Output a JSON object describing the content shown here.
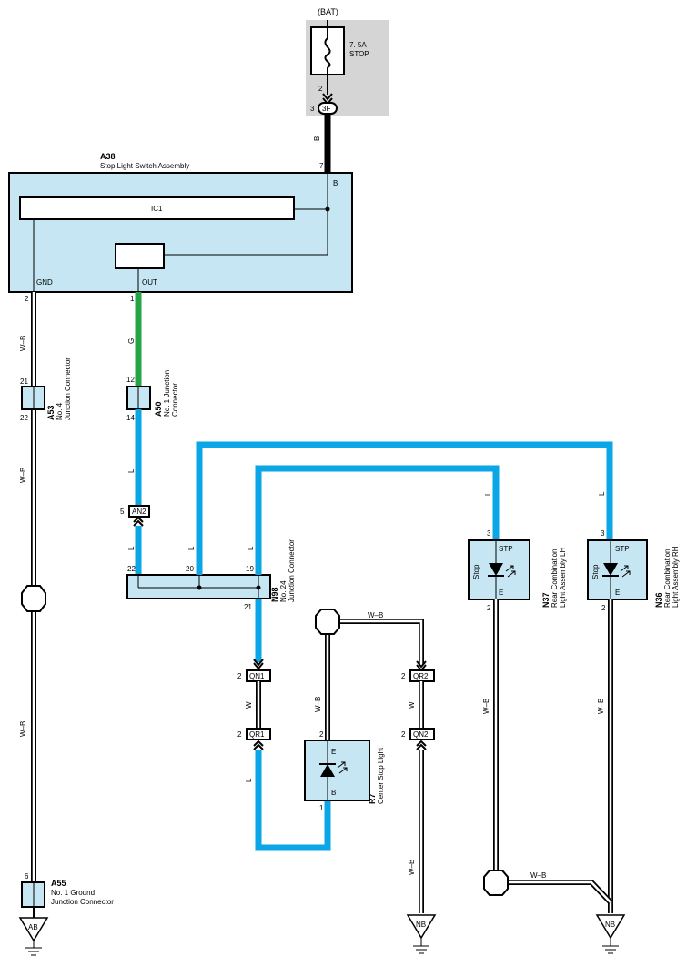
{
  "fuse": {
    "source": "(BAT)",
    "rating": "7. 5A",
    "name": "STOP",
    "pin_bottom": "2",
    "pin_left": "3",
    "connector": "3F"
  },
  "wires": {
    "b": "B",
    "g": "G",
    "l": "L",
    "wb": "W–B",
    "w": "W"
  },
  "a38": {
    "code": "A38",
    "name": "Stop Light Switch Assembly",
    "pin_b_num": "7",
    "pin_b": "B",
    "ic": "IC1",
    "gnd": "GND",
    "out": "OUT",
    "pin_gnd": "2",
    "pin_out": "1"
  },
  "a53": {
    "code": "A53",
    "line1": "No. 4",
    "line2": "Junction Connector",
    "pin_top": "21",
    "pin_bottom": "22"
  },
  "a50": {
    "code": "A50",
    "line1": "No. 1 Junction",
    "line2": "Connector",
    "pin_top": "12",
    "pin_bottom": "14"
  },
  "an2": {
    "label": "AN2",
    "pin": "5"
  },
  "n98": {
    "code": "N98",
    "line1": "No. 24",
    "line2": "Junction Connector",
    "pin_22": "22",
    "pin_20": "20",
    "pin_19": "19",
    "pin_21": "21"
  },
  "qn1": {
    "label": "QN1",
    "pin": "2"
  },
  "qr1": {
    "label": "QR1",
    "pin": "2"
  },
  "qr2": {
    "label": "QR2",
    "pin": "2"
  },
  "qn2": {
    "label": "QN2",
    "pin": "2"
  },
  "r7": {
    "code": "R7",
    "name": "Center Stop Light",
    "e": "E",
    "b": "B",
    "pin_top": "2",
    "pin_bottom": "1"
  },
  "n37": {
    "code": "N37",
    "line1": "Rear Combination",
    "line2": "Light Assembly LH",
    "stp": "STP",
    "stop": "Stop",
    "e": "E",
    "pin_top": "3",
    "pin_bottom": "2"
  },
  "n36": {
    "code": "N36",
    "line1": "Rear Combination",
    "line2": "Light Assembly RH",
    "stp": "STP",
    "stop": "Stop",
    "e": "E",
    "pin_top": "3",
    "pin_bottom": "2"
  },
  "a55": {
    "code": "A55",
    "line1": "No.  1 Ground",
    "line2": "Junction Connector",
    "pin": "6"
  },
  "grounds": {
    "ab": "AB",
    "nb1": "NB",
    "nb2": "NB"
  }
}
